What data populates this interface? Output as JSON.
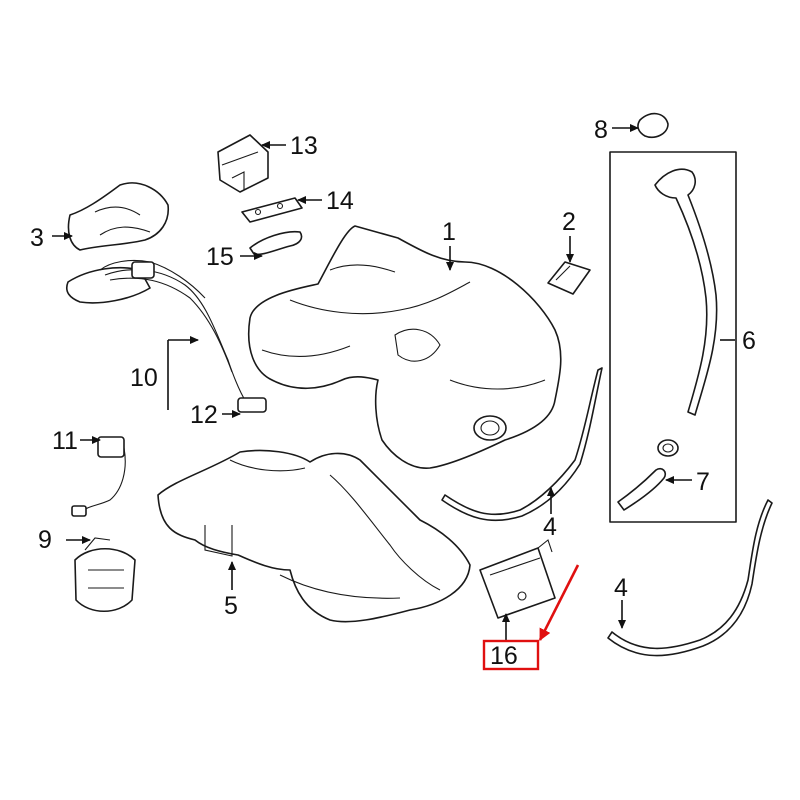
{
  "diagram": {
    "callouts": [
      {
        "id": "1",
        "label": "1"
      },
      {
        "id": "2",
        "label": "2"
      },
      {
        "id": "3",
        "label": "3"
      },
      {
        "id": "4a",
        "label": "4"
      },
      {
        "id": "4b",
        "label": "4"
      },
      {
        "id": "5",
        "label": "5"
      },
      {
        "id": "6",
        "label": "6"
      },
      {
        "id": "7",
        "label": "7"
      },
      {
        "id": "8",
        "label": "8"
      },
      {
        "id": "9",
        "label": "9"
      },
      {
        "id": "10",
        "label": "10"
      },
      {
        "id": "11",
        "label": "11"
      },
      {
        "id": "12",
        "label": "12"
      },
      {
        "id": "13",
        "label": "13"
      },
      {
        "id": "14",
        "label": "14"
      },
      {
        "id": "15",
        "label": "15"
      },
      {
        "id": "16",
        "label": "16"
      }
    ],
    "highlight": {
      "part": "16",
      "box_color": "#e01010",
      "arrow_color": "#e01010"
    }
  }
}
